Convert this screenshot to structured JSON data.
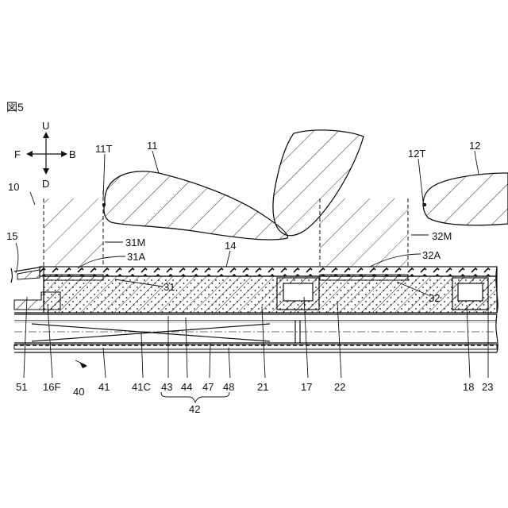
{
  "figure": {
    "title": "図5",
    "direction": {
      "up": "U",
      "down": "D",
      "front": "F",
      "back": "B"
    }
  },
  "labels": [
    {
      "id": "l10",
      "text": "10"
    },
    {
      "id": "l11T",
      "text": "11T"
    },
    {
      "id": "l11",
      "text": "11"
    },
    {
      "id": "l12T",
      "text": "12T"
    },
    {
      "id": "l12",
      "text": "12"
    },
    {
      "id": "l15",
      "text": "15"
    },
    {
      "id": "l31M",
      "text": "31M"
    },
    {
      "id": "l31A",
      "text": "31A"
    },
    {
      "id": "l14",
      "text": "14"
    },
    {
      "id": "l32M",
      "text": "32M"
    },
    {
      "id": "l32A",
      "text": "32A"
    },
    {
      "id": "l31",
      "text": "31"
    },
    {
      "id": "l32",
      "text": "32"
    },
    {
      "id": "l51",
      "text": "51"
    },
    {
      "id": "l16F",
      "text": "16F"
    },
    {
      "id": "l40",
      "text": "40"
    },
    {
      "id": "l41",
      "text": "41"
    },
    {
      "id": "l41C",
      "text": "41C"
    },
    {
      "id": "l43",
      "text": "43"
    },
    {
      "id": "l44",
      "text": "44"
    },
    {
      "id": "l47",
      "text": "47"
    },
    {
      "id": "l48",
      "text": "48"
    },
    {
      "id": "l42",
      "text": "42"
    },
    {
      "id": "l21",
      "text": "21"
    },
    {
      "id": "l17",
      "text": "17"
    },
    {
      "id": "l22",
      "text": "22"
    },
    {
      "id": "l18",
      "text": "18"
    },
    {
      "id": "l23",
      "text": "23"
    }
  ]
}
